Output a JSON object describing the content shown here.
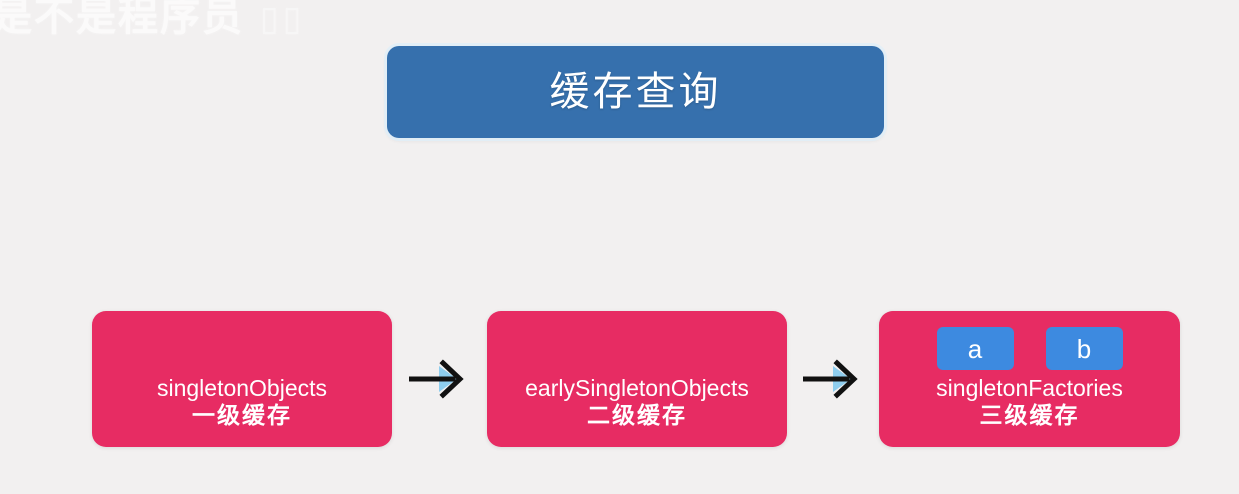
{
  "slide": {
    "background_color": "#f2f0f0",
    "watermark": {
      "text": "是不是程序员",
      "logo": "▯▯"
    },
    "title": {
      "text": "缓存查询",
      "background_color": "#3670ad",
      "text_color": "#ffffff"
    }
  },
  "diagram": {
    "type": "flow",
    "box_color": "#e72c63",
    "chip_color": "#3d8ae0",
    "arrow_color": "#111111",
    "arrow_accent_color": "#8ecdee",
    "boxes": [
      {
        "name": "singletonObjects",
        "level": "一级缓存",
        "chips": []
      },
      {
        "name": "earlySingletonObjects",
        "level": "二级缓存",
        "chips": []
      },
      {
        "name": "singletonFactories",
        "level": "三级缓存",
        "chips": [
          "a",
          "b"
        ]
      }
    ],
    "arrows": [
      {
        "from": "singletonObjects",
        "to": "earlySingletonObjects",
        "glyph": "→"
      },
      {
        "from": "earlySingletonObjects",
        "to": "singletonFactories",
        "glyph": "→"
      }
    ]
  }
}
